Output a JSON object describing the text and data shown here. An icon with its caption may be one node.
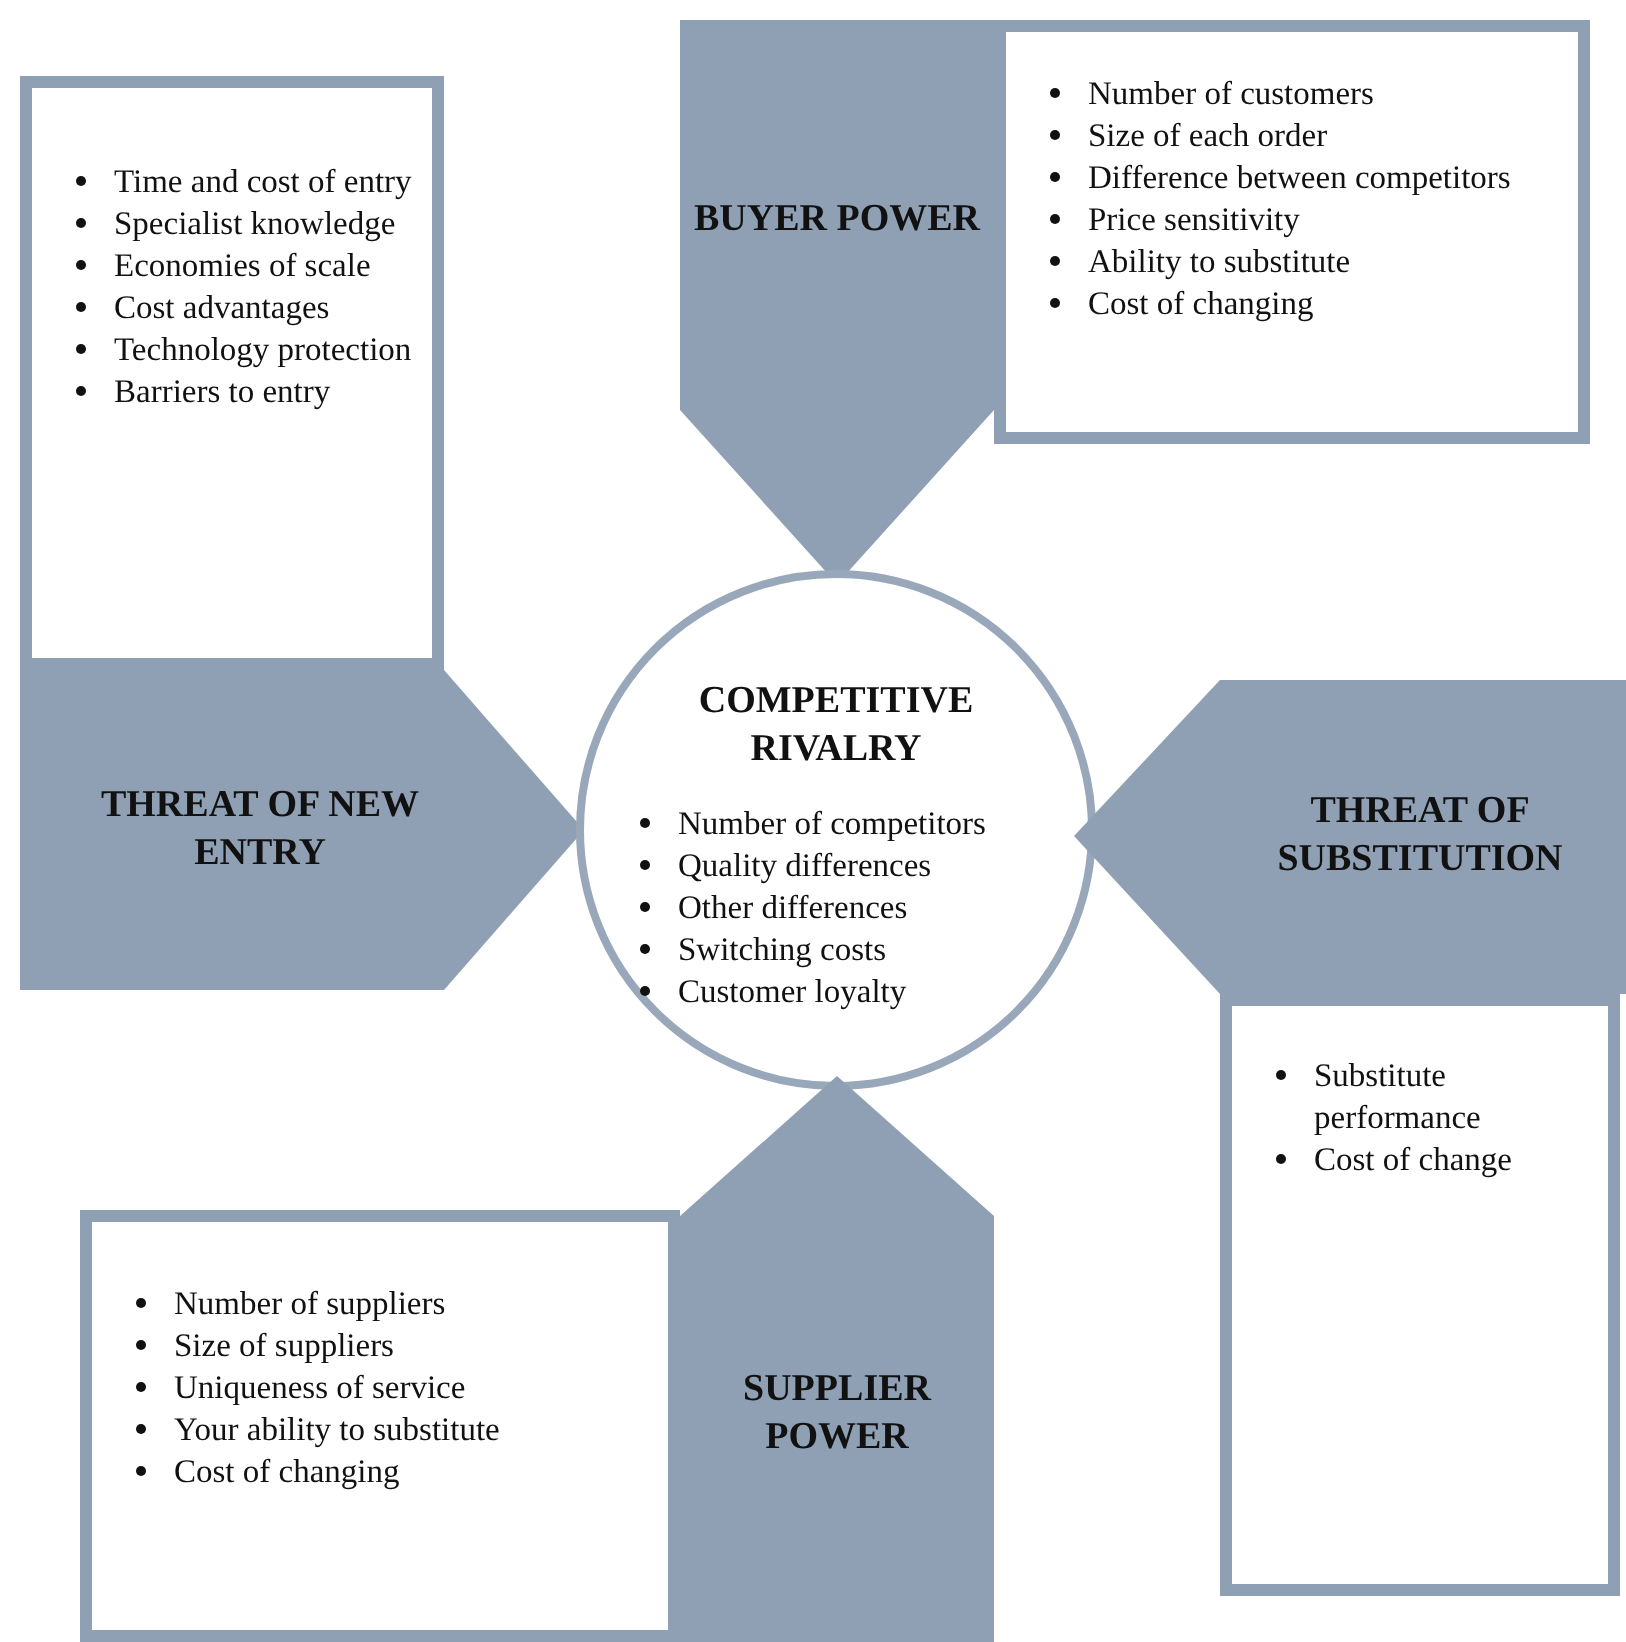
{
  "diagram": {
    "nodes": [
      {
        "text": [
          "Time and cost of entry",
          "Specialist knowledge",
          "Economies of scale",
          "Cost advantages",
          "Technology protection",
          "Barriers to entry"
        ]
      },
      {
        "text": [
          "BUYER POWER"
        ]
      },
      {
        "text": [
          "Number of customers",
          "Size of each order",
          "Difference between competitors",
          "Price sensitivity",
          "Ability to substitute",
          "Cost of changing"
        ]
      },
      {
        "text": [
          "THREAT OF NEW ENTRY"
        ]
      },
      {
        "text": [
          "COMPETITIVE RIVALRY",
          "Number of competitors",
          "Quality differences",
          "Other differences",
          "Switching costs",
          "Customer loyalty"
        ]
      },
      {
        "text": [
          "THREAT OF SUBSTITUTION"
        ]
      },
      {
        "text": [
          "Substitute performance",
          "Cost of change"
        ]
      },
      {
        "text": [
          "Number of suppliers",
          "Size of suppliers",
          "Uniqueness of service",
          "Your ability to substitute",
          "Cost of changing"
        ]
      },
      {
        "text": [
          "SUPPLIER POWER"
        ]
      }
    ]
  }
}
